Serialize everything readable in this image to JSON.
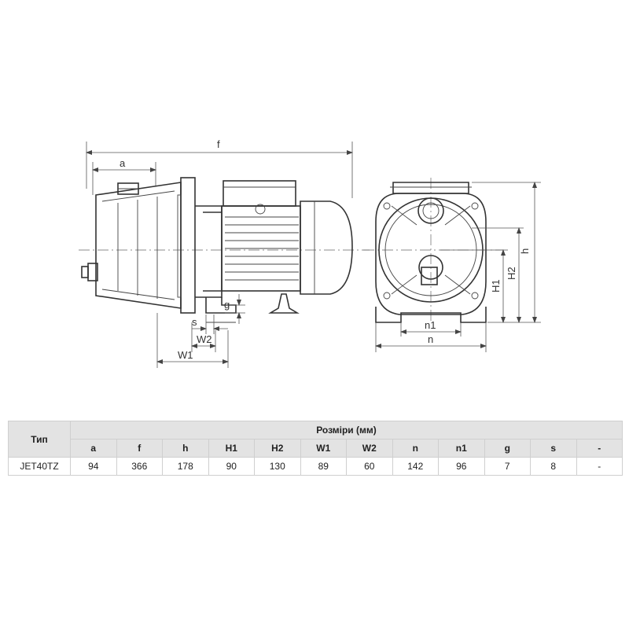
{
  "dimension_labels": {
    "f": "f",
    "a": "a",
    "g": "g",
    "s": "s",
    "W2": "W2",
    "W1": "W1",
    "h": "h",
    "H2": "H2",
    "H1": "H1",
    "n1": "n1",
    "n": "n"
  },
  "table": {
    "type_header": "Тип",
    "group_header": "Розміри (мм)",
    "columns": [
      "a",
      "f",
      "h",
      "H1",
      "H2",
      "W1",
      "W2",
      "n",
      "n1",
      "g",
      "s",
      "-"
    ],
    "rows": [
      {
        "type": "JET40TZ",
        "values": [
          "94",
          "366",
          "178",
          "90",
          "130",
          "89",
          "60",
          "142",
          "96",
          "7",
          "8",
          "-"
        ]
      }
    ]
  }
}
